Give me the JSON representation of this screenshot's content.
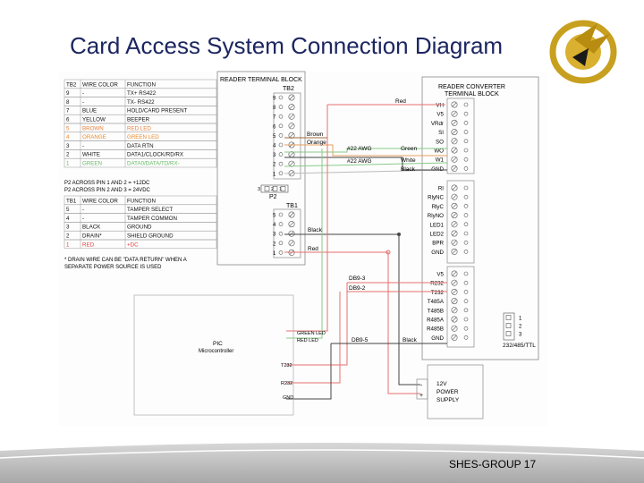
{
  "title": "Card Access System Connection Diagram",
  "footer": "SHES-GROUP 17",
  "tb2_table": {
    "headers": [
      "TB2",
      "WIRE COLOR",
      "FUNCTION"
    ],
    "rows": [
      [
        "9",
        "-",
        "TX+ RS422",
        ""
      ],
      [
        "8",
        "-",
        "TX- RS422",
        ""
      ],
      [
        "7",
        "BLUE",
        "HOLD/CARD PRESENT",
        ""
      ],
      [
        "6",
        "YELLOW",
        "BEEPER",
        ""
      ],
      [
        "5",
        "BROWN",
        "RED LED",
        "#e87e3a"
      ],
      [
        "4",
        "ORANGE",
        "GREEN LED",
        "#e88a2a"
      ],
      [
        "3",
        "-",
        "DATA RTN",
        ""
      ],
      [
        "2",
        "WHITE",
        "DATA1/CLOCK/RD/RX",
        ""
      ],
      [
        "1",
        "GREEN",
        "DATA0/DATA/TD/RX-",
        "#66bb66"
      ]
    ],
    "notes": [
      "P2 ACROSS PIN 1 AND 2 = +12DC",
      "P2 ACROSS PIN 2 AND 3 = 24VDC"
    ]
  },
  "tb1_table": {
    "headers": [
      "TB1",
      "WIRE COLOR",
      "FUNCTION"
    ],
    "rows": [
      [
        "5",
        "-",
        "TAMPER SELECT",
        ""
      ],
      [
        "4",
        "-",
        "TAMPER COMMON",
        ""
      ],
      [
        "3",
        "BLACK",
        "GROUND",
        ""
      ],
      [
        "2",
        "DRAIN*",
        "SHIELD GROUND",
        ""
      ],
      [
        "1",
        "RED",
        "+DC",
        "#e84040"
      ]
    ],
    "notes": [
      "* DRAIN WIRE CAN BE \"DATA RETURN\" WHEN A",
      "SEPARATE POWER SOURCE IS USED"
    ]
  },
  "reader_terminal": {
    "title": "READER TERMINAL BLOCK",
    "tb2_label": "TB2",
    "tb2_pins": [
      "9",
      "8",
      "7",
      "6",
      "5",
      "4",
      "3",
      "2",
      "1"
    ],
    "p2_pins": [
      "3",
      "2",
      "1"
    ],
    "p2_label": "P2",
    "tb1_label": "TB1",
    "tb1_pins": [
      "5",
      "4",
      "3",
      "2",
      "1"
    ]
  },
  "converter": {
    "title": "READER CONVERTER",
    "subtitle": "TERMINAL BLOCK",
    "group1": [
      "VH",
      "V5",
      "VRdr",
      "SI",
      "SO",
      "WO",
      "W1",
      "GND"
    ],
    "group2": [
      "RI",
      "RlyNC",
      "RlyC",
      "RlyNO",
      "LED1",
      "LED2",
      "BPR",
      "GND"
    ],
    "group3": [
      "V5",
      "R232",
      "T232",
      "T485A",
      "T485B",
      "R485A",
      "R485B",
      "GND"
    ],
    "jumper_pins": [
      "1",
      "2",
      "3"
    ],
    "jumper_label": "232/485/TTL"
  },
  "wire_labels": {
    "red_top": "Red",
    "brown": "Brown",
    "orange": "Orange",
    "awg1": "#22 AWG",
    "awg2": "#22 AWG",
    "green": "Green",
    "white": "White",
    "black_top": "Black",
    "black_mid": "Black",
    "red_mid": "Red",
    "db9_3": "DB9-3",
    "db9_2": "DB9-2",
    "db9_5": "DB9-5",
    "black_bottom": "Black"
  },
  "pic": {
    "name": "PIC",
    "desc": "Microcontroller",
    "green_led": "GREEN LED",
    "red_led": "RED LED",
    "t232": "T232",
    "r232": "R232",
    "gnd": "GND"
  },
  "power": {
    "minus": "-",
    "plus": "+",
    "line1": "12V",
    "line2": "POWER",
    "line3": "SUPPLY"
  },
  "colors": {
    "title": "#1c2660",
    "red_wire": "#e87070",
    "green_wire": "#88cc88",
    "orange_wire": "#e8a060",
    "brown_wire": "#a06a3a",
    "black_wire": "#444444",
    "logo_gold": "#c8a020"
  }
}
